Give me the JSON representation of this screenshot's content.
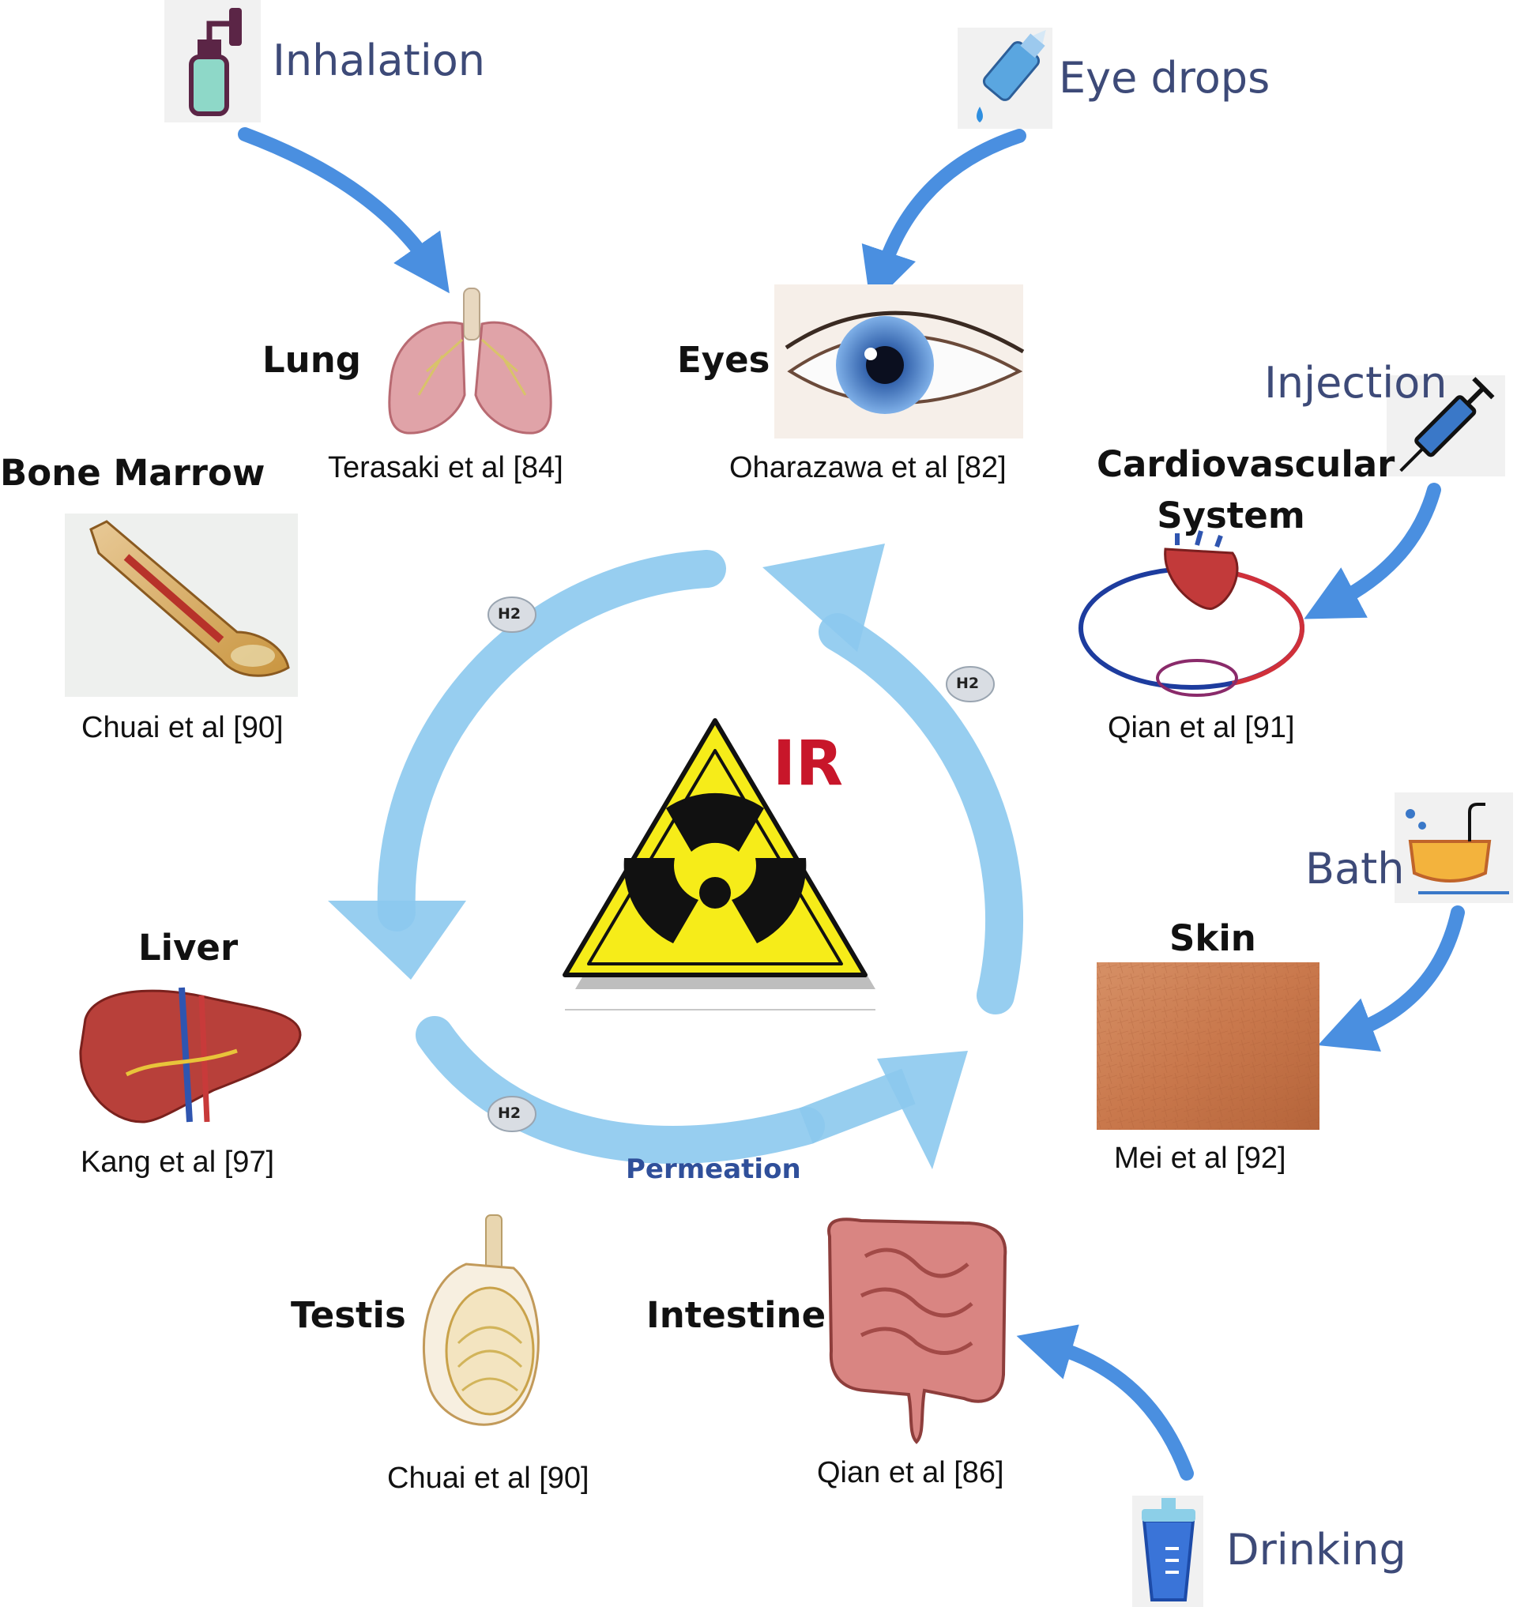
{
  "routes": {
    "inhalation": "Inhalation",
    "eye_drops": "Eye drops",
    "injection": "Injection",
    "bath": "Bath",
    "drinking": "Drinking"
  },
  "organs": {
    "lung": {
      "label": "Lung",
      "ref": "Terasaki et al [84]"
    },
    "eyes": {
      "label": "Eyes",
      "ref": "Oharazawa et al [82]"
    },
    "bone_marrow": {
      "label": "Bone Marrow",
      "ref": "Chuai et al [90]"
    },
    "cardiovascular": {
      "label_line1": "Cardiovascular",
      "label_line2": "System",
      "ref": "Qian et al [91]"
    },
    "liver": {
      "label": "Liver",
      "ref": "Kang et al [97]"
    },
    "skin": {
      "label": "Skin",
      "ref": "Mei et al [92]"
    },
    "testis": {
      "label": "Testis",
      "ref": "Chuai et al [90]"
    },
    "intestine": {
      "label": "Intestine",
      "ref": "Qian et al [86]"
    }
  },
  "cycle": {
    "center_label": "IR",
    "h2_label": "H2",
    "permeation_label": "Permeation"
  },
  "colors": {
    "route_text": "#3d4a78",
    "route_arrow": "#4a8fe0",
    "cycle_arrow": "#8cc9ee",
    "ir_red": "#c8162a",
    "hazard_yellow": "#f6ec19",
    "permeation_text": "#2f4f9a"
  }
}
